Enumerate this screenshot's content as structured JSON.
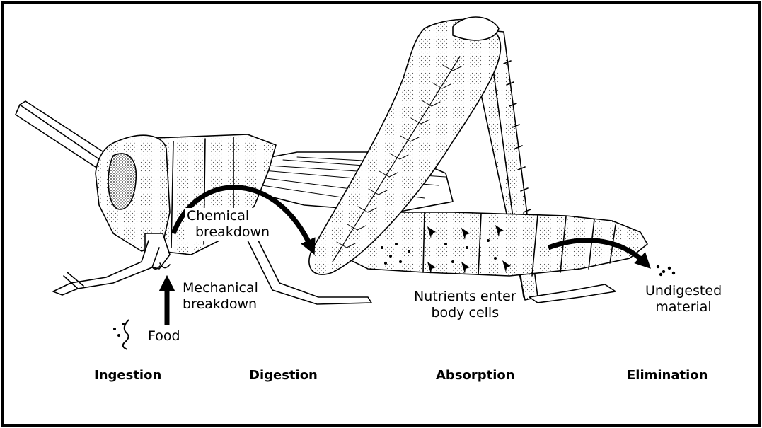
{
  "labels": {
    "chemical_line1": "Chemical",
    "chemical_line2": "breakdown",
    "mechanical_line1": "Mechanical",
    "mechanical_line2": "breakdown",
    "food": "Food",
    "nutrients_line1": "Nutrients enter",
    "nutrients_line2": "body cells",
    "undigested_line1": "Undigested",
    "undigested_line2": "material"
  },
  "stages": {
    "ingestion": "Ingestion",
    "digestion": "Digestion",
    "absorption": "Absorption",
    "elimination": "Elimination"
  },
  "subject_icon": "grasshopper-illustration",
  "colors": {
    "ink": "#000000",
    "background": "#ffffff"
  }
}
